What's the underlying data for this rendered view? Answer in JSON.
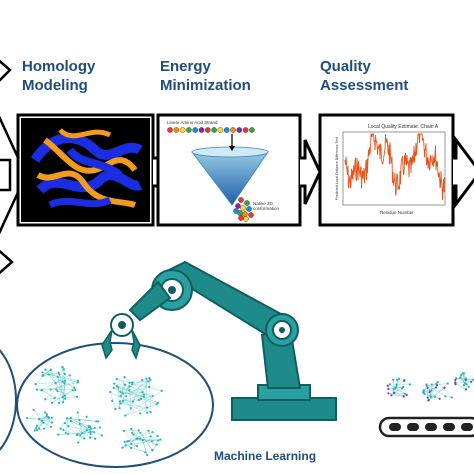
{
  "stages": [
    {
      "line1": "Homology",
      "line2": "Modeling"
    },
    {
      "line1": "Energy",
      "line2": "Minimization"
    },
    {
      "line1": "Quality",
      "line2": "Assessment"
    }
  ],
  "energy_panel": {
    "strand_label": "Linear Amino Acid Strand",
    "native_label_line1": "Native 3D",
    "native_label_line2": "conformation"
  },
  "quality_panel": {
    "plot_title": "Local Quality Estimate: Chain A",
    "xlabel": "Residue Number",
    "ylabel": "Predicted Local Distance Difference Test",
    "line_color": "#e8541e"
  },
  "machine_learning_label": "Machine Learning",
  "colors": {
    "title_blue": "#1f4e79",
    "robot_teal": "#1f8a8a",
    "robot_dark": "#0f5f60",
    "network_teal": "#2bb3b3",
    "network_purple": "#7b3fa0"
  }
}
